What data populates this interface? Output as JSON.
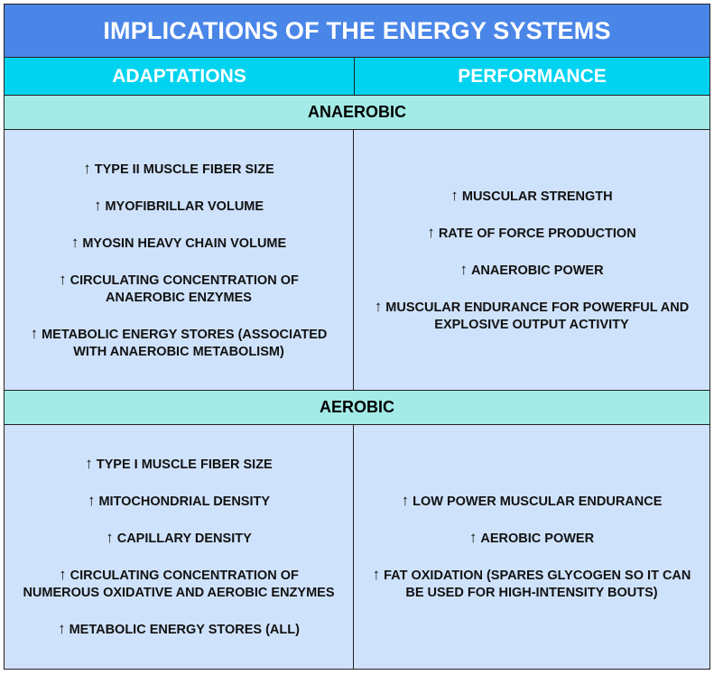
{
  "title": "IMPLICATIONS OF THE ENERGY SYSTEMS",
  "columns": {
    "left": "ADAPTATIONS",
    "right": "PERFORMANCE"
  },
  "arrow_glyph": "↑",
  "anaerobic": {
    "header": "ANAEROBIC",
    "adaptations": [
      "TYPE II MUSCLE FIBER SIZE",
      "MYOFIBRILLAR VOLUME",
      "MYOSIN HEAVY CHAIN VOLUME",
      "CIRCULATING CONCENTRATION OF ANAEROBIC ENZYMES",
      "METABOLIC ENERGY STORES (ASSOCIATED WITH ANAEROBIC METABOLISM)"
    ],
    "performance": [
      "MUSCULAR STRENGTH",
      "RATE OF FORCE PRODUCTION",
      "ANAEROBIC POWER",
      "MUSCULAR ENDURANCE FOR POWERFUL AND EXPLOSIVE OUTPUT ACTIVITY"
    ]
  },
  "aerobic": {
    "header": "AEROBIC",
    "adaptations": [
      "TYPE I MUSCLE FIBER SIZE",
      "MITOCHONDRIAL DENSITY",
      "CAPILLARY DENSITY",
      "CIRCULATING CONCENTRATION OF NUMEROUS OXIDATIVE AND AEROBIC ENZYMES",
      "METABOLIC ENERGY STORES (ALL)"
    ],
    "performance": [
      "LOW POWER MUSCULAR ENDURANCE",
      "AEROBIC POWER",
      "FAT OXIDATION (SPARES GLYCOGEN SO IT CAN BE USED FOR HIGH-INTENSITY BOUTS)"
    ]
  },
  "colors": {
    "title_bg": "#4a86e8",
    "column_header_bg": "#00d3f0",
    "section_header_bg": "#a3ebe6",
    "body_bg": "#cfe2fb"
  }
}
